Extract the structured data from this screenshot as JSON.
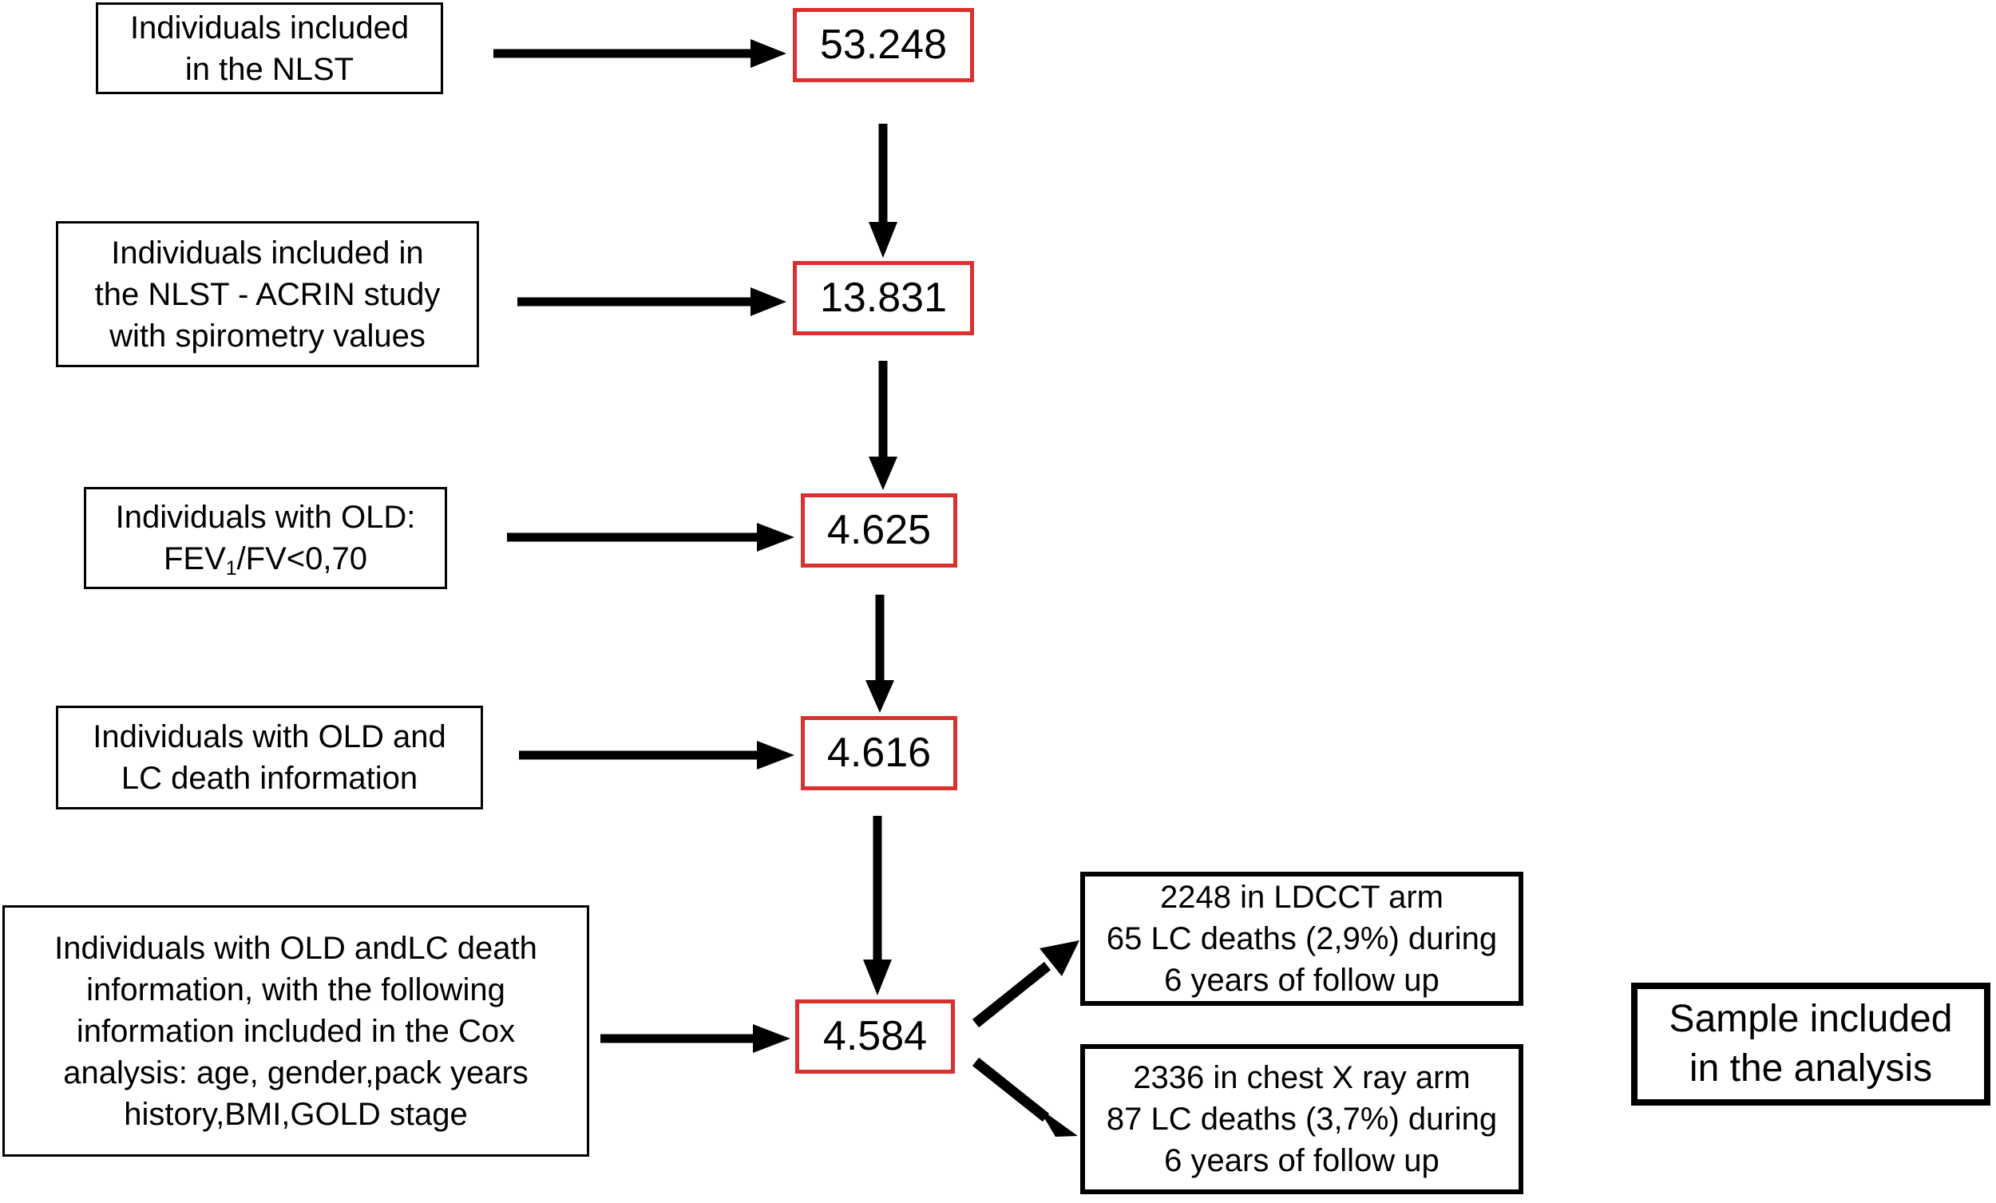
{
  "diagram": {
    "title": "NLST study sample selection flowchart",
    "colors": {
      "count_box_border": "#d93030",
      "box_border": "#000000",
      "text": "#000000",
      "background": "#ffffff",
      "arrow": "#000000"
    },
    "steps": [
      {
        "id": "step-1",
        "description": "Individuals included\nin the NLST",
        "count": "53.248"
      },
      {
        "id": "step-2",
        "description": "Individuals included in\nthe NLST - ACRIN study\nwith spirometry values",
        "count": "13.831"
      },
      {
        "id": "step-3",
        "description_prefix": "Individuals with OLD:\nFEV",
        "description_sub": "1",
        "description_suffix": "/FV<0,70",
        "count": "4.625"
      },
      {
        "id": "step-4",
        "description": "Individuals with OLD and\nLC death information",
        "count": "4.616"
      },
      {
        "id": "step-5",
        "description": "Individuals with OLD andLC death\ninformation, with the following\ninformation included in the Cox\nanalysis: age, gender,pack years\nhistory,BMI,GOLD stage",
        "count": "4.584"
      }
    ],
    "outcomes": [
      {
        "id": "outcome-ldcct",
        "text": "2248 in LDCCT arm\n65 LC deaths (2,9%) during\n6 years of follow up"
      },
      {
        "id": "outcome-xray",
        "text": "2336 in chest X ray arm\n87 LC deaths (3,7%) during\n6 years of follow up"
      }
    ],
    "legend": {
      "text": "Sample included\nin the analysis"
    }
  }
}
